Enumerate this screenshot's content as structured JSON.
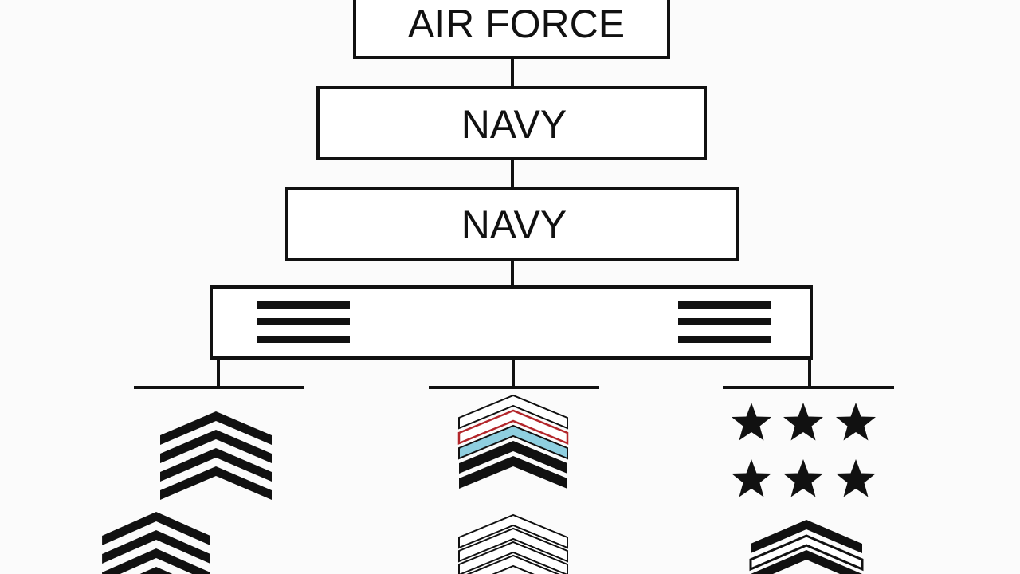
{
  "diagram": {
    "boxes": [
      {
        "id": "box-1",
        "label": "AIR FORCE"
      },
      {
        "id": "box-2",
        "label": "NAVY"
      },
      {
        "id": "box-3",
        "label": "NAVY"
      },
      {
        "id": "box-4",
        "label": ""
      }
    ],
    "branches": [
      {
        "id": "left",
        "insignia": [
          "black-chevrons-4",
          "black-chevrons-4"
        ]
      },
      {
        "id": "center",
        "insignia": [
          "outlined-chevrons-with-red-and-light-blue-stripes",
          "outlined-chevrons"
        ]
      },
      {
        "id": "right",
        "insignia": [
          "six-stars",
          "black-and-white-chevrons"
        ]
      }
    ],
    "colors": {
      "line": "#111111",
      "background": "#fbfbfb",
      "red_stripe": "#b3262b",
      "blue_stripe": "#8fcfe0"
    }
  }
}
